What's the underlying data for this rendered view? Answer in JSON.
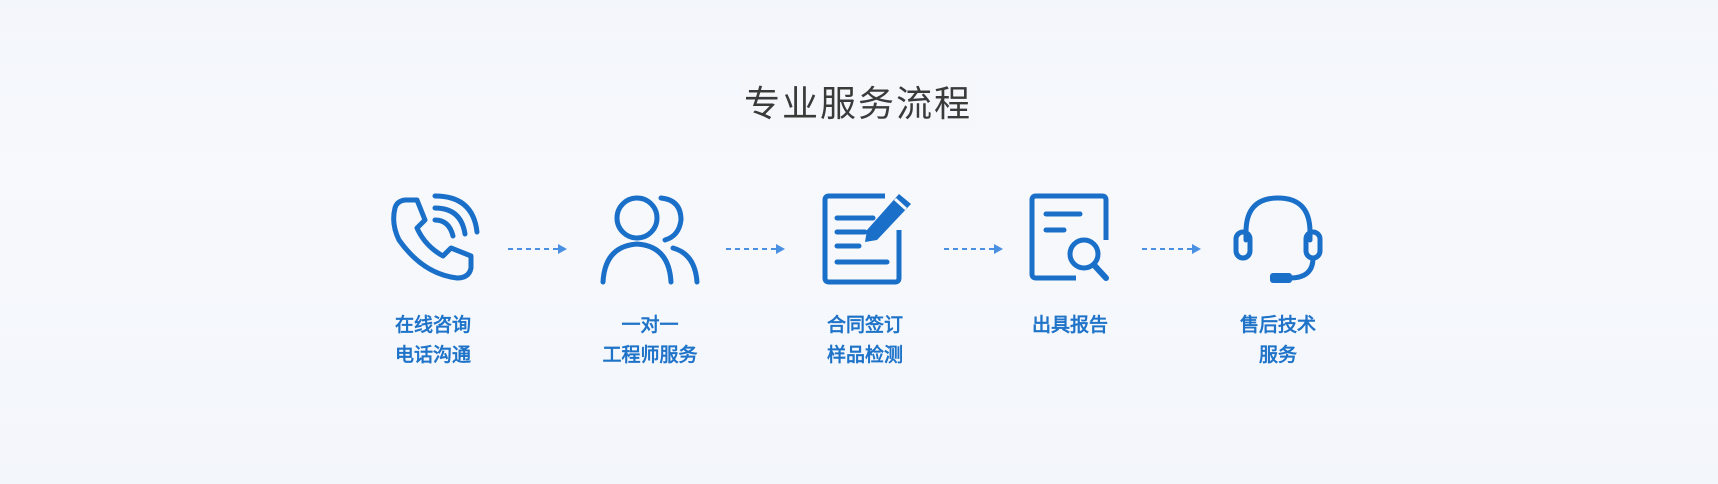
{
  "title": "专业服务流程",
  "accent_color": "#1a6fc9",
  "arrow_color": "#4a90e2",
  "steps": [
    {
      "icon": "phone-icon",
      "line1": "在线咨询",
      "line2": "电话沟通"
    },
    {
      "icon": "users-icon",
      "line1": "一对一",
      "line2": "工程师服务"
    },
    {
      "icon": "contract-icon",
      "line1": "合同签订",
      "line2": "样品检测"
    },
    {
      "icon": "report-search-icon",
      "line1": "出具报告",
      "line2": ""
    },
    {
      "icon": "headset-icon",
      "line1": "售后技术",
      "line2": "服务"
    }
  ]
}
